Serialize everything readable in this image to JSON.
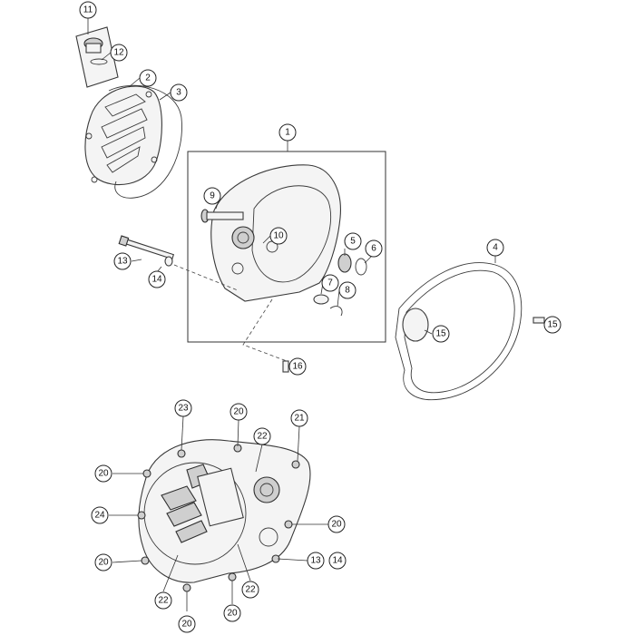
{
  "callouts": {
    "c1": "1",
    "c2": "2",
    "c3": "3",
    "c4": "4",
    "c5": "5",
    "c6": "6",
    "c7": "7",
    "c8": "8",
    "c9": "9",
    "c10": "10",
    "c11": "11",
    "c12": "12",
    "c13a": "13",
    "c14a": "14",
    "c15a": "15",
    "c15b": "15",
    "c16": "16",
    "c20a": "20",
    "c20b": "20",
    "c20c": "20",
    "c20d": "20",
    "c20e": "20",
    "c20f": "20",
    "c21": "21",
    "c22a": "22",
    "c22b": "22",
    "c22c": "22",
    "c23": "23",
    "c24": "24",
    "c13b": "13",
    "c14b": "14"
  }
}
